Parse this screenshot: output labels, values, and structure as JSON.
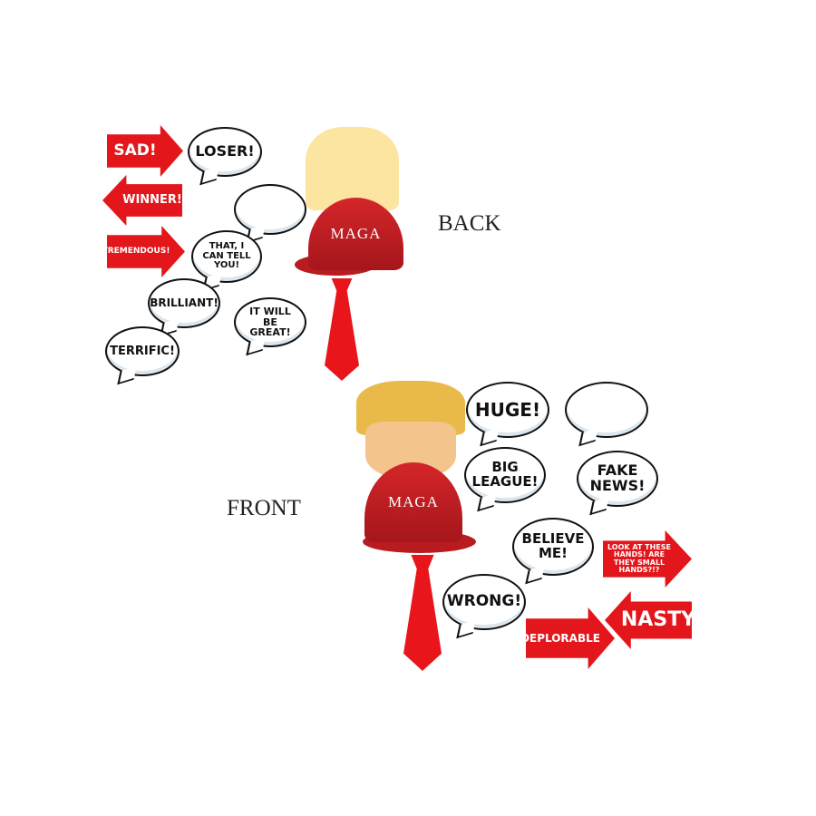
{
  "labels": {
    "back": "BACK",
    "front": "FRONT"
  },
  "back": {
    "arrows": [
      "SAD!",
      "WINNER!",
      "TREMENDOUS!"
    ],
    "bubbles": [
      "LOSER!",
      "",
      "THAT, I CAN TELL YOU!",
      "BRILLIANT!",
      "IT WILL BE GREAT!",
      "TERRIFIC!"
    ],
    "cap_text": "MAGA"
  },
  "front": {
    "bubbles": [
      "HUGE!",
      "",
      "BIG LEAGUE!",
      "FAKE NEWS!",
      "BELIEVE ME!",
      "WRONG!"
    ],
    "arrows": [
      "LOOK AT THESE HANDS! ARE THEY SMALL HANDS?!?",
      "NASTY",
      "DEPLORABLE"
    ],
    "cap_text": "MAGA"
  },
  "colors": {
    "red": "#e3161b",
    "hair_back": "#fbe5a0",
    "cap": "#c8202a"
  }
}
